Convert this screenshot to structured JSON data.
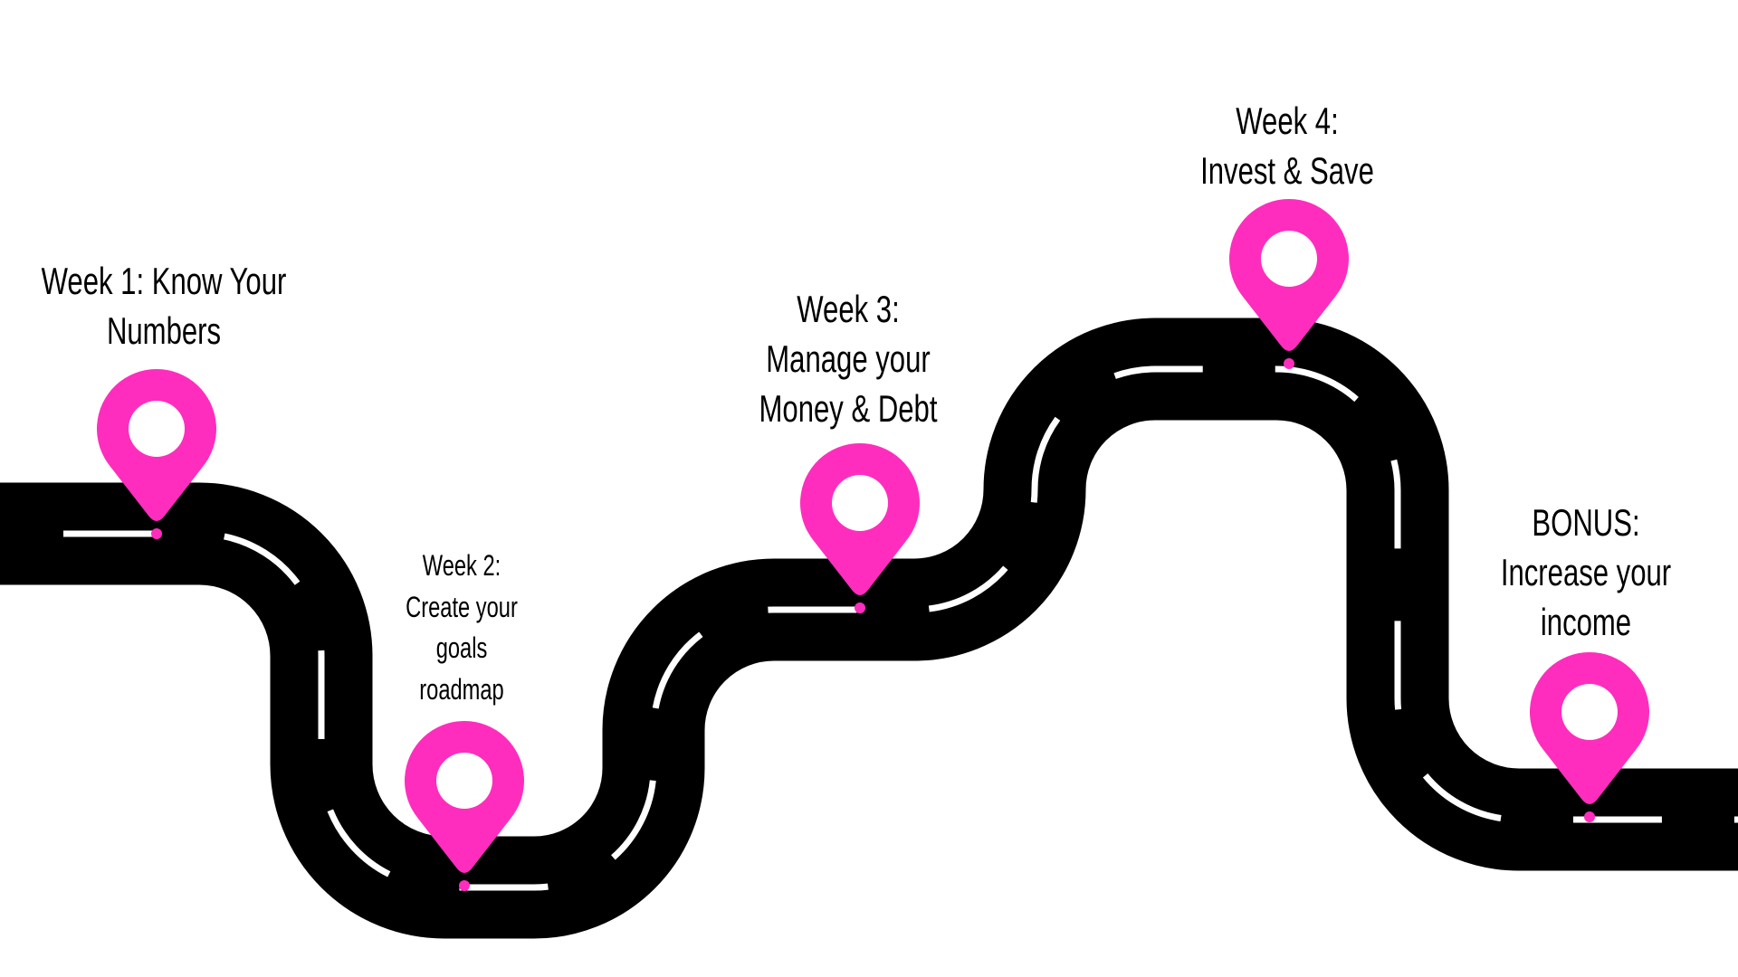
{
  "colors": {
    "background": "#ffffff",
    "road": "#000000",
    "lane_marking": "#ffffff",
    "pin": "#ff2dbe",
    "text": "#000000"
  },
  "milestones": [
    {
      "id": "week-1",
      "lines": [
        "Week 1: Know Your",
        "Numbers"
      ],
      "icon": "map-pin-icon"
    },
    {
      "id": "week-2",
      "lines": [
        "Week 2:",
        "Create your",
        "goals",
        "roadmap"
      ],
      "icon": "map-pin-icon"
    },
    {
      "id": "week-3",
      "lines": [
        "Week 3:",
        "Manage your",
        "Money & Debt"
      ],
      "icon": "map-pin-icon"
    },
    {
      "id": "week-4",
      "lines": [
        "Week 4:",
        "Invest & Save"
      ],
      "icon": "map-pin-icon"
    },
    {
      "id": "bonus",
      "lines": [
        "BONUS:",
        "Increase your",
        "income"
      ],
      "icon": "map-pin-icon"
    }
  ]
}
